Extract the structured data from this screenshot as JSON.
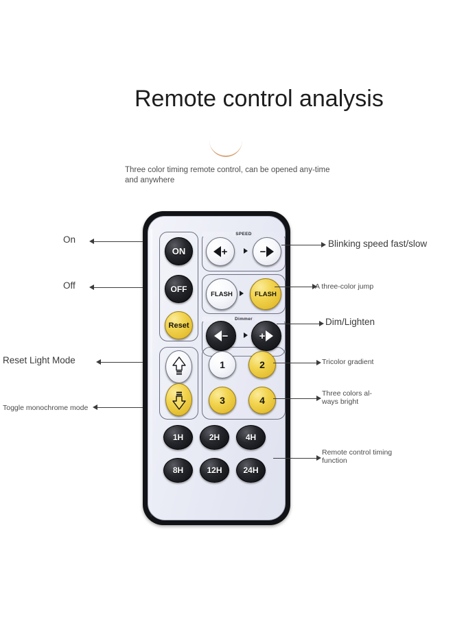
{
  "header": {
    "title": "Remote control analysis",
    "subtitle": "Three color timing remote control, can be opened any-time and anywhere",
    "accent_color": "#d9a87c"
  },
  "remote": {
    "body_color": "#121316",
    "face_color": "#eef0f8",
    "yellow": "#f2d44f",
    "group_labels": {
      "speed": "SPEED",
      "dimmer": "Dimmer"
    },
    "buttons": {
      "on": "ON",
      "off": "OFF",
      "reset": "Reset",
      "flash_left": "FLASH",
      "flash_right": "FLASH",
      "speed_left_sign": "+",
      "speed_right_sign": "−",
      "dimmer_left_sign": "−",
      "dimmer_right_sign": "+",
      "num1": "1",
      "num2": "2",
      "num3": "3",
      "num4": "4",
      "timers": [
        "1H",
        "2H",
        "4H",
        "8H",
        "12H",
        "24H"
      ],
      "up_icon": "up-arrow-icon",
      "down_icon": "down-arrow-icon"
    }
  },
  "annotations": {
    "left": [
      {
        "text": "On"
      },
      {
        "text": "Off"
      },
      {
        "text": "Reset Light Mode"
      },
      {
        "text": "Toggle monochrome mode"
      }
    ],
    "right": [
      {
        "text": "Blinking speed fast/slow"
      },
      {
        "text": "A three-color jump"
      },
      {
        "text": "Dim/Lighten"
      },
      {
        "text": "Tricolor gradient"
      },
      {
        "text": "Three colors al-\nways bright"
      },
      {
        "text": "Remote control timing\nfunction"
      }
    ]
  }
}
